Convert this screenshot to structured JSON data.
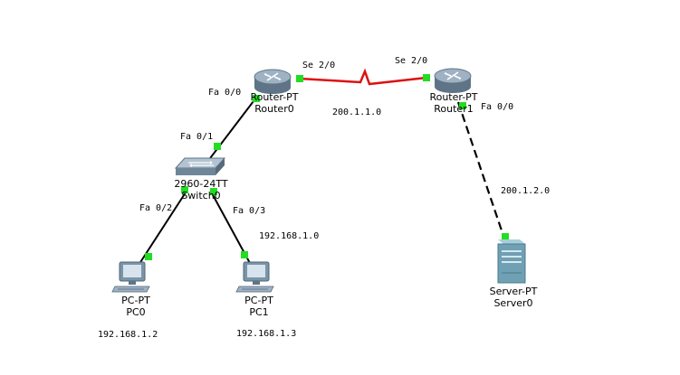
{
  "colors": {
    "background": "#ffffff",
    "ethernet_link": "#000000",
    "serial_link": "#dd1111",
    "link_status_up": "#22dd22",
    "router_body": "#7f93a6",
    "switch_body": "#8aa1b4",
    "server_body": "#6fa0b4",
    "pc_body": "#7b95a8"
  },
  "devices": {
    "router0": {
      "model": "Router-PT",
      "name": "Router0",
      "icon": "router-icon"
    },
    "router1": {
      "model": "Router-PT",
      "name": "Router1",
      "icon": "router-icon"
    },
    "switch0": {
      "model": "2960-24TT",
      "name": "Switch0",
      "icon": "switch-icon"
    },
    "pc0": {
      "model": "PC-PT",
      "name": "PC0",
      "icon": "pc-icon"
    },
    "pc1": {
      "model": "PC-PT",
      "name": "PC1",
      "icon": "pc-icon"
    },
    "server0": {
      "model": "Server-PT",
      "name": "Server0",
      "icon": "server-icon"
    }
  },
  "ports": {
    "router0_se": "Se 2/0",
    "router1_se": "Se 2/0",
    "router0_fa": "Fa 0/0",
    "router1_fa": "Fa 0/0",
    "switch_fa01": "Fa 0/1",
    "switch_fa02": "Fa 0/2",
    "switch_fa03": "Fa 0/3"
  },
  "networks": {
    "wan": "200.1.1.0",
    "server_lan": "200.1.2.0",
    "pc_lan": "192.168.1.0",
    "pc0_ip": "192.168.1.2",
    "pc1_ip": "192.168.1.3"
  }
}
